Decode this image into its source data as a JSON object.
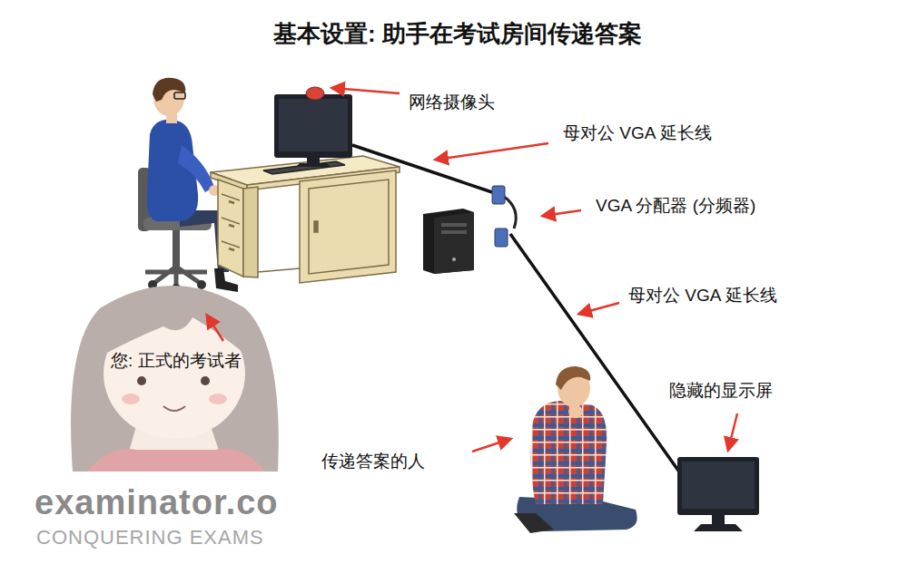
{
  "diagram": {
    "title": "基本设置: 助手在考试房间传递答案",
    "labels": [
      "网络摄像头",
      "母对公 VGA 延长线",
      "VGA 分配器 (分频器)",
      "母对公 VGA 延长线",
      "隐藏的显示屏",
      "传递答案的人",
      "您: 正式的考试者",
      "examinator.co",
      "CONQUERING EXAMS"
    ]
  }
}
